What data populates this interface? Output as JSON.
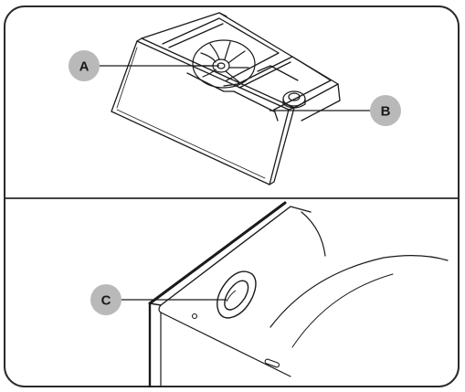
{
  "callouts": {
    "a": {
      "label": "A"
    },
    "b": {
      "label": "B"
    },
    "c": {
      "label": "C"
    }
  },
  "colors": {
    "stroke": "#1a1a1a",
    "callout_fill": "#b9b9b9",
    "panel_border": "#2a2a2a",
    "background": "#ffffff"
  }
}
